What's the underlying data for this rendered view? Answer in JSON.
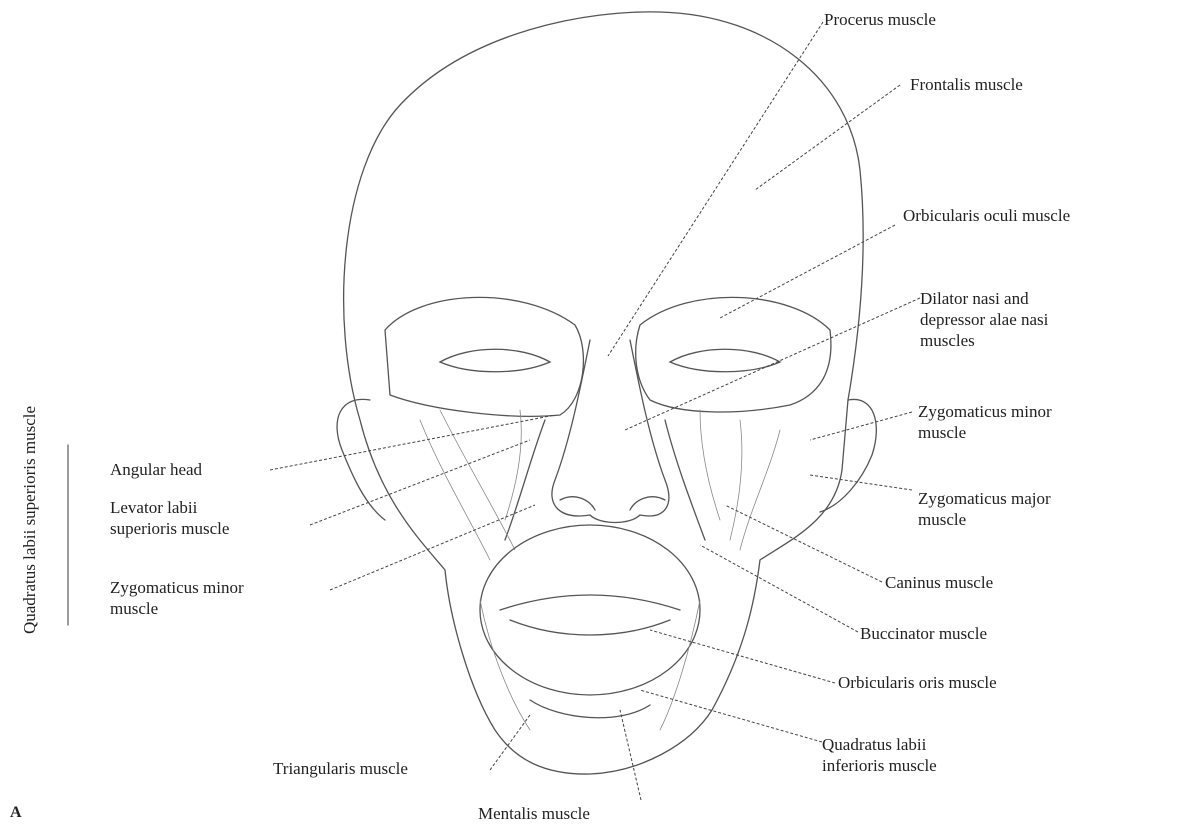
{
  "figure_letter": "A",
  "side_label": "Quadratus labii superioris muscle",
  "labels": {
    "procerus": [
      "Procerus muscle"
    ],
    "frontalis": [
      "Frontalis muscle"
    ],
    "orbicularis_oculi": [
      "Orbicularis oculi muscle"
    ],
    "dilator_nasi": [
      "Dilator nasi and",
      "depressor alae nasi",
      "muscles"
    ],
    "zygomaticus_minor_right": [
      "Zygomaticus minor",
      "muscle"
    ],
    "zygomaticus_major": [
      "Zygomaticus major",
      "muscle"
    ],
    "caninus": [
      "Caninus muscle"
    ],
    "buccinator": [
      "Buccinator muscle"
    ],
    "orbicularis_oris": [
      "Orbicularis oris muscle"
    ],
    "quadratus_labii_inferioris": [
      "Quadratus labii",
      "inferioris muscle"
    ],
    "mentalis": [
      "Mentalis muscle"
    ],
    "triangularis": [
      "Triangularis muscle"
    ],
    "angular_head": [
      "Angular head"
    ],
    "levator_labii": [
      "Levator labii",
      "superioris muscle"
    ],
    "zygomaticus_minor_left": [
      "Zygomaticus minor",
      "muscle"
    ]
  }
}
